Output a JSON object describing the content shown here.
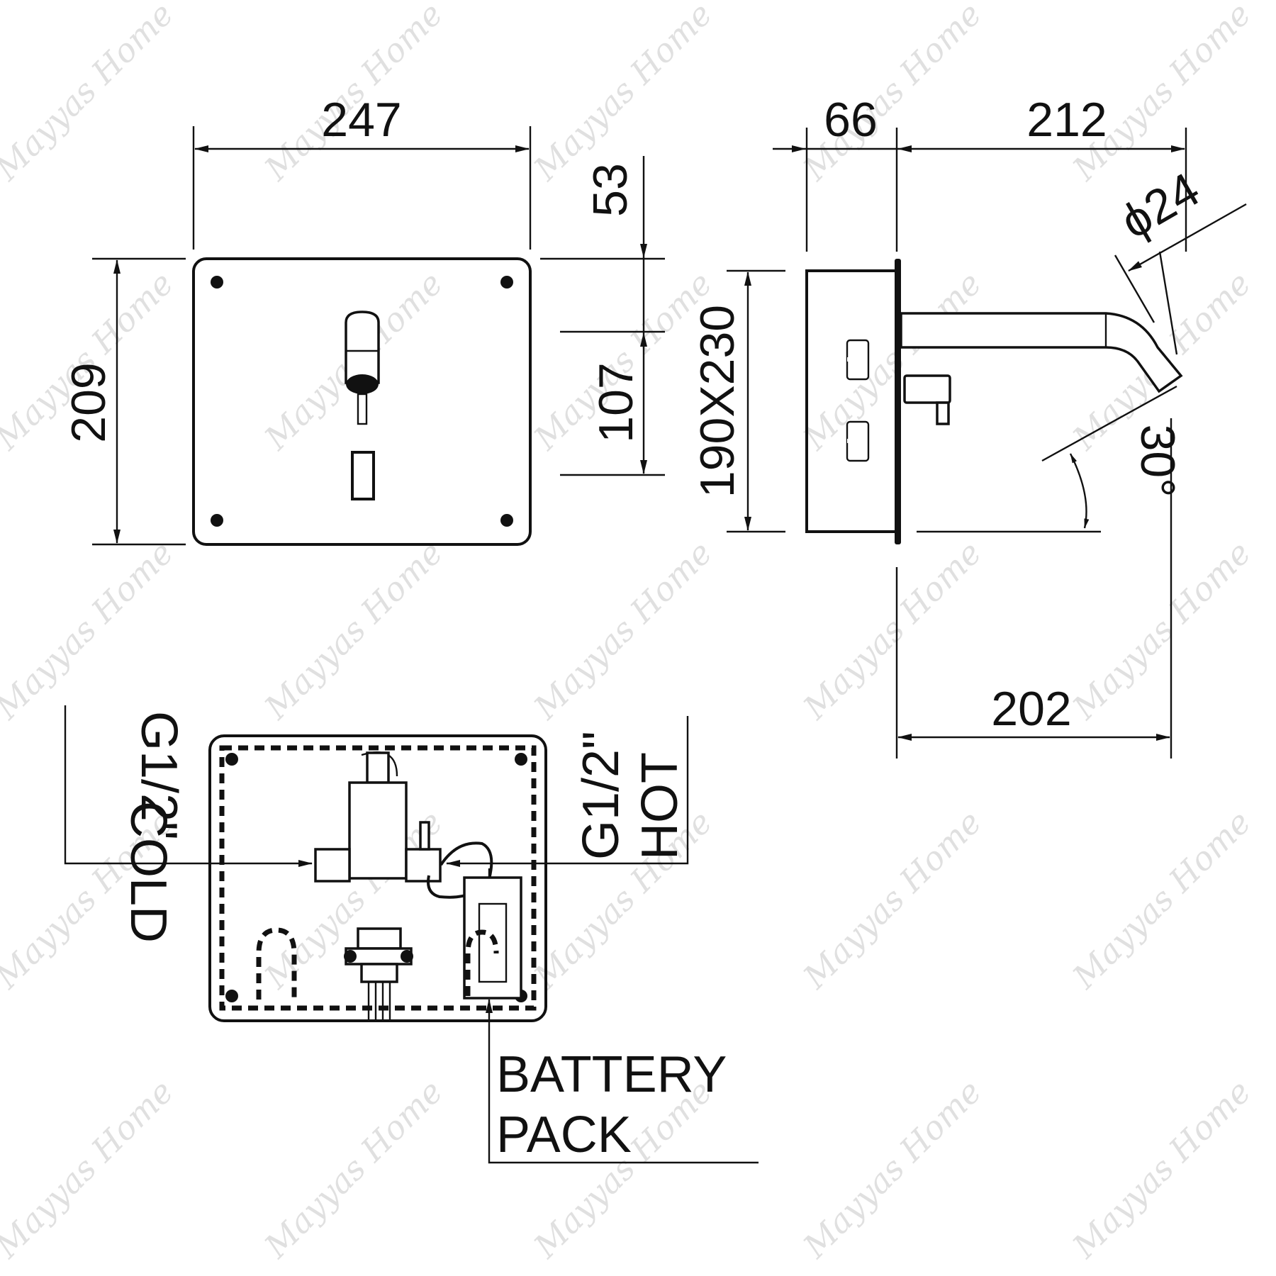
{
  "watermark": "Mayyas Home",
  "front_view": {
    "width": "247",
    "height": "209",
    "offset_top": "53",
    "offset_between": "107"
  },
  "side_view": {
    "depth": "66",
    "projection": "212",
    "diameter": "ϕ24",
    "cutout": "190X230",
    "angle": "30°",
    "reach": "202"
  },
  "rear_view": {
    "cold_connection": "G1/2\"",
    "cold_label": "COLD",
    "hot_connection": "G1/2\"",
    "hot_label": "HOT",
    "battery_line1": "BATTERY",
    "battery_line2": "PACK"
  }
}
